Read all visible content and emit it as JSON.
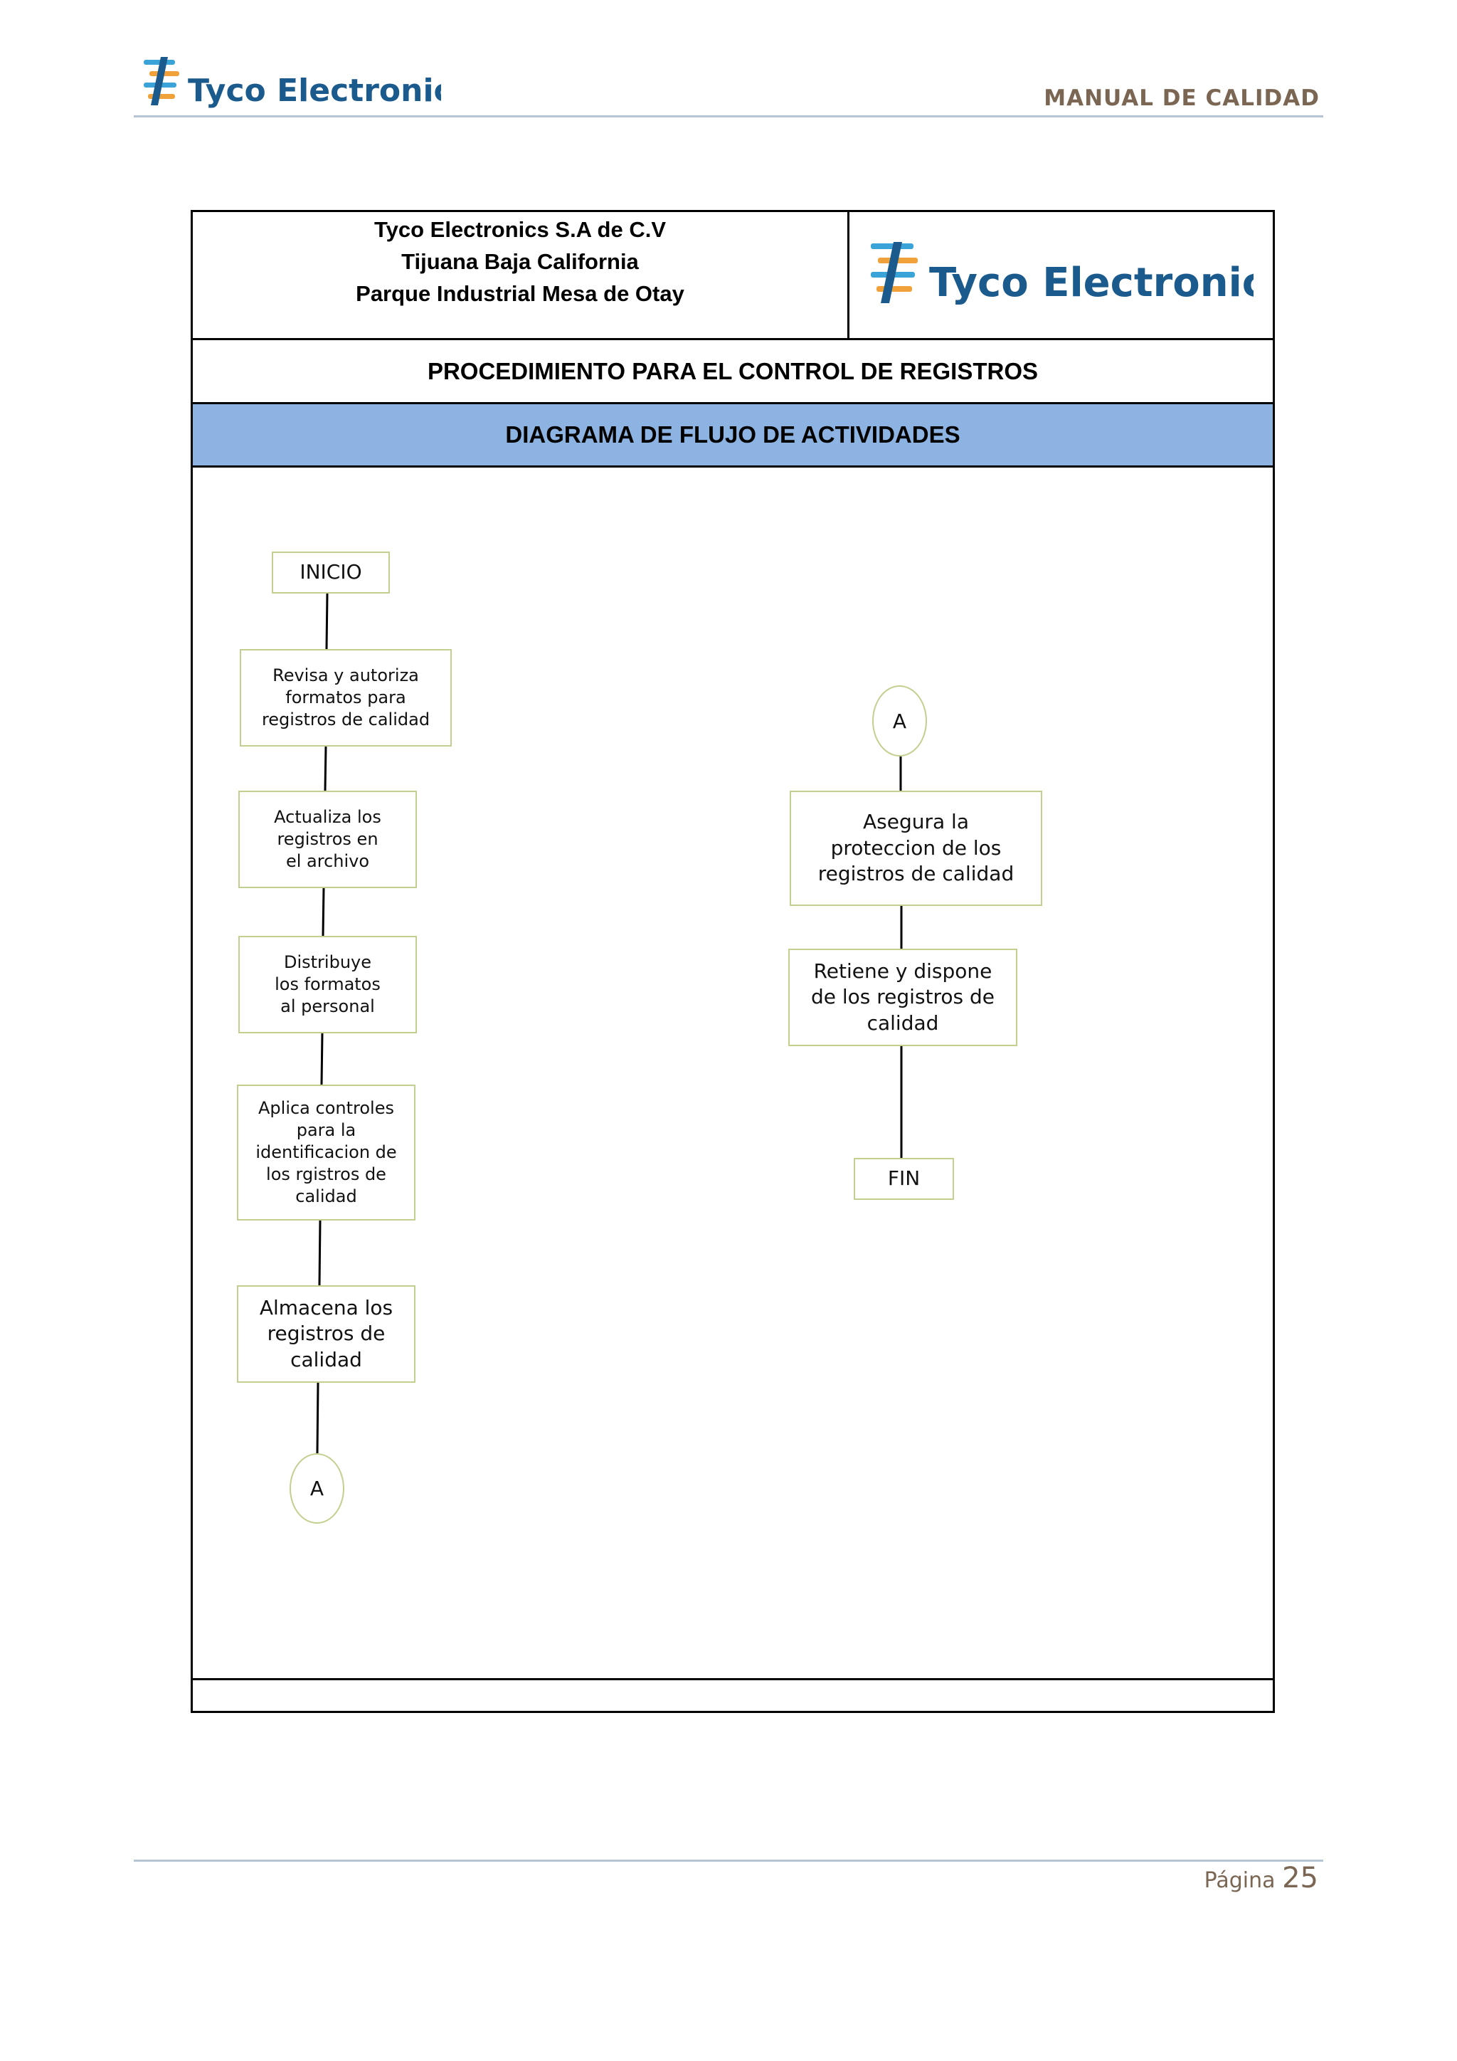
{
  "header": {
    "logo_text": "Tyco Electronics",
    "title": "MANUAL DE CALIDAD"
  },
  "form": {
    "company_lines": [
      "Tyco Electronics S.A de C.V",
      "Tijuana Baja California",
      "Parque Industrial Mesa de Otay"
    ],
    "logo_text": "Tyco Electronics",
    "procedure_title": "PROCEDIMIENTO PARA EL CONTROL DE REGISTROS",
    "diagram_title": "DIAGRAMA DE FLUJO DE ACTIVIDADES"
  },
  "flow": {
    "left": {
      "start": "INICIO",
      "steps": [
        "Revisa y autoriza formatos para registros de calidad",
        "Actualiza los registros en el archivo",
        "Distribuye los formatos al personal",
        "Aplica controles para la identificacion de los rgistros de calidad",
        "Almacena los registros de calidad"
      ],
      "connector": "A"
    },
    "right": {
      "connector": "A",
      "steps": [
        "Asegura la proteccion de los registros de calidad",
        "Retiene y dispone de los registros de calidad"
      ],
      "end": "FIN"
    }
  },
  "footer": {
    "page_label": "Página",
    "page_number": "25"
  },
  "colors": {
    "band_blue": "#8db3e2",
    "brand_blue": "#1b5a8c",
    "brand_orange": "#f0a13a",
    "brand_lightblue": "#3aa3d8",
    "header_text": "#7a6652",
    "box_border": "#c2d08f"
  }
}
